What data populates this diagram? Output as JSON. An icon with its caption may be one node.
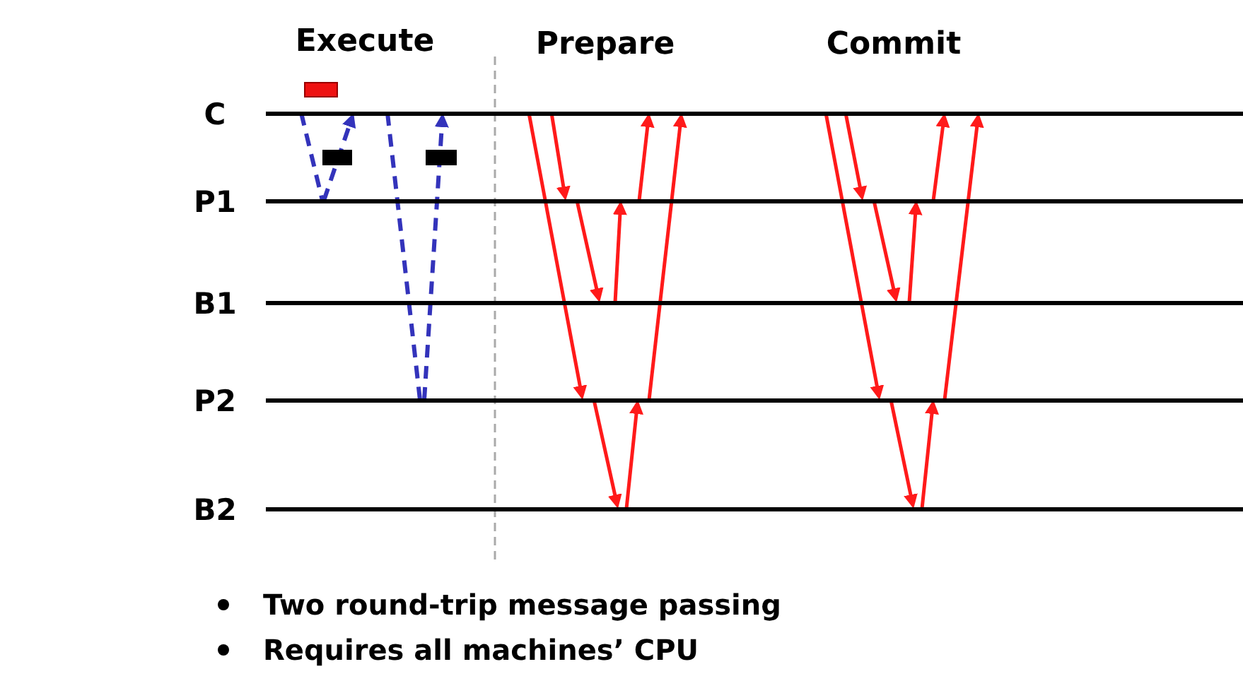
{
  "diagram": {
    "nodes": [
      {
        "text": [],
        "shape": "box"
      },
      {
        "text": [
          "C"
        ]
      },
      {
        "text": [],
        "shape": "box"
      },
      {
        "text": [],
        "shape": "box"
      },
      {
        "text": [
          "P1"
        ]
      },
      {
        "text": [
          "B1"
        ]
      },
      {
        "text": [
          "P2"
        ]
      },
      {
        "text": [
          "B2"
        ]
      }
    ],
    "edges": [
      {
        "from": 1,
        "to": 4,
        "arrow": "none",
        "style": "dashed",
        "color": "#3333bb"
      },
      {
        "from": 4,
        "to": 1,
        "arrow": "to",
        "style": "dashed",
        "color": "#3333bb"
      },
      {
        "from": 1,
        "to": 6,
        "arrow": "none",
        "style": "dashed",
        "color": "#3333bb"
      },
      {
        "from": 6,
        "to": 1,
        "arrow": "to",
        "style": "dashed",
        "color": "#3333bb"
      },
      {
        "from": 1,
        "to": 6,
        "arrow": "to"
      },
      {
        "from": 1,
        "to": 4,
        "arrow": "to"
      },
      {
        "from": 4,
        "to": 5,
        "arrow": "to"
      },
      {
        "from": 6,
        "to": 7,
        "arrow": "to"
      },
      {
        "from": 5,
        "to": 4,
        "arrow": "to"
      },
      {
        "from": 7,
        "to": 6,
        "arrow": "to"
      },
      {
        "from": 4,
        "to": 1,
        "arrow": "to"
      },
      {
        "from": 6,
        "to": 1,
        "arrow": "to"
      },
      {
        "from": 1,
        "to": 6,
        "arrow": "to"
      },
      {
        "from": 1,
        "to": 4,
        "arrow": "to"
      },
      {
        "from": 4,
        "to": 5,
        "arrow": "to"
      },
      {
        "from": 6,
        "to": 7,
        "arrow": "to"
      },
      {
        "from": 5,
        "to": 4,
        "arrow": "to"
      },
      {
        "from": 7,
        "to": 6,
        "arrow": "to"
      },
      {
        "from": 4,
        "to": 1,
        "arrow": "to"
      },
      {
        "from": 6,
        "to": 1,
        "arrow": "to"
      }
    ],
    "labels": [
      "Execute",
      "Prepare",
      "Commit",
      "Two round-trip message passing",
      "Requires all machines’ CPU"
    ]
  }
}
